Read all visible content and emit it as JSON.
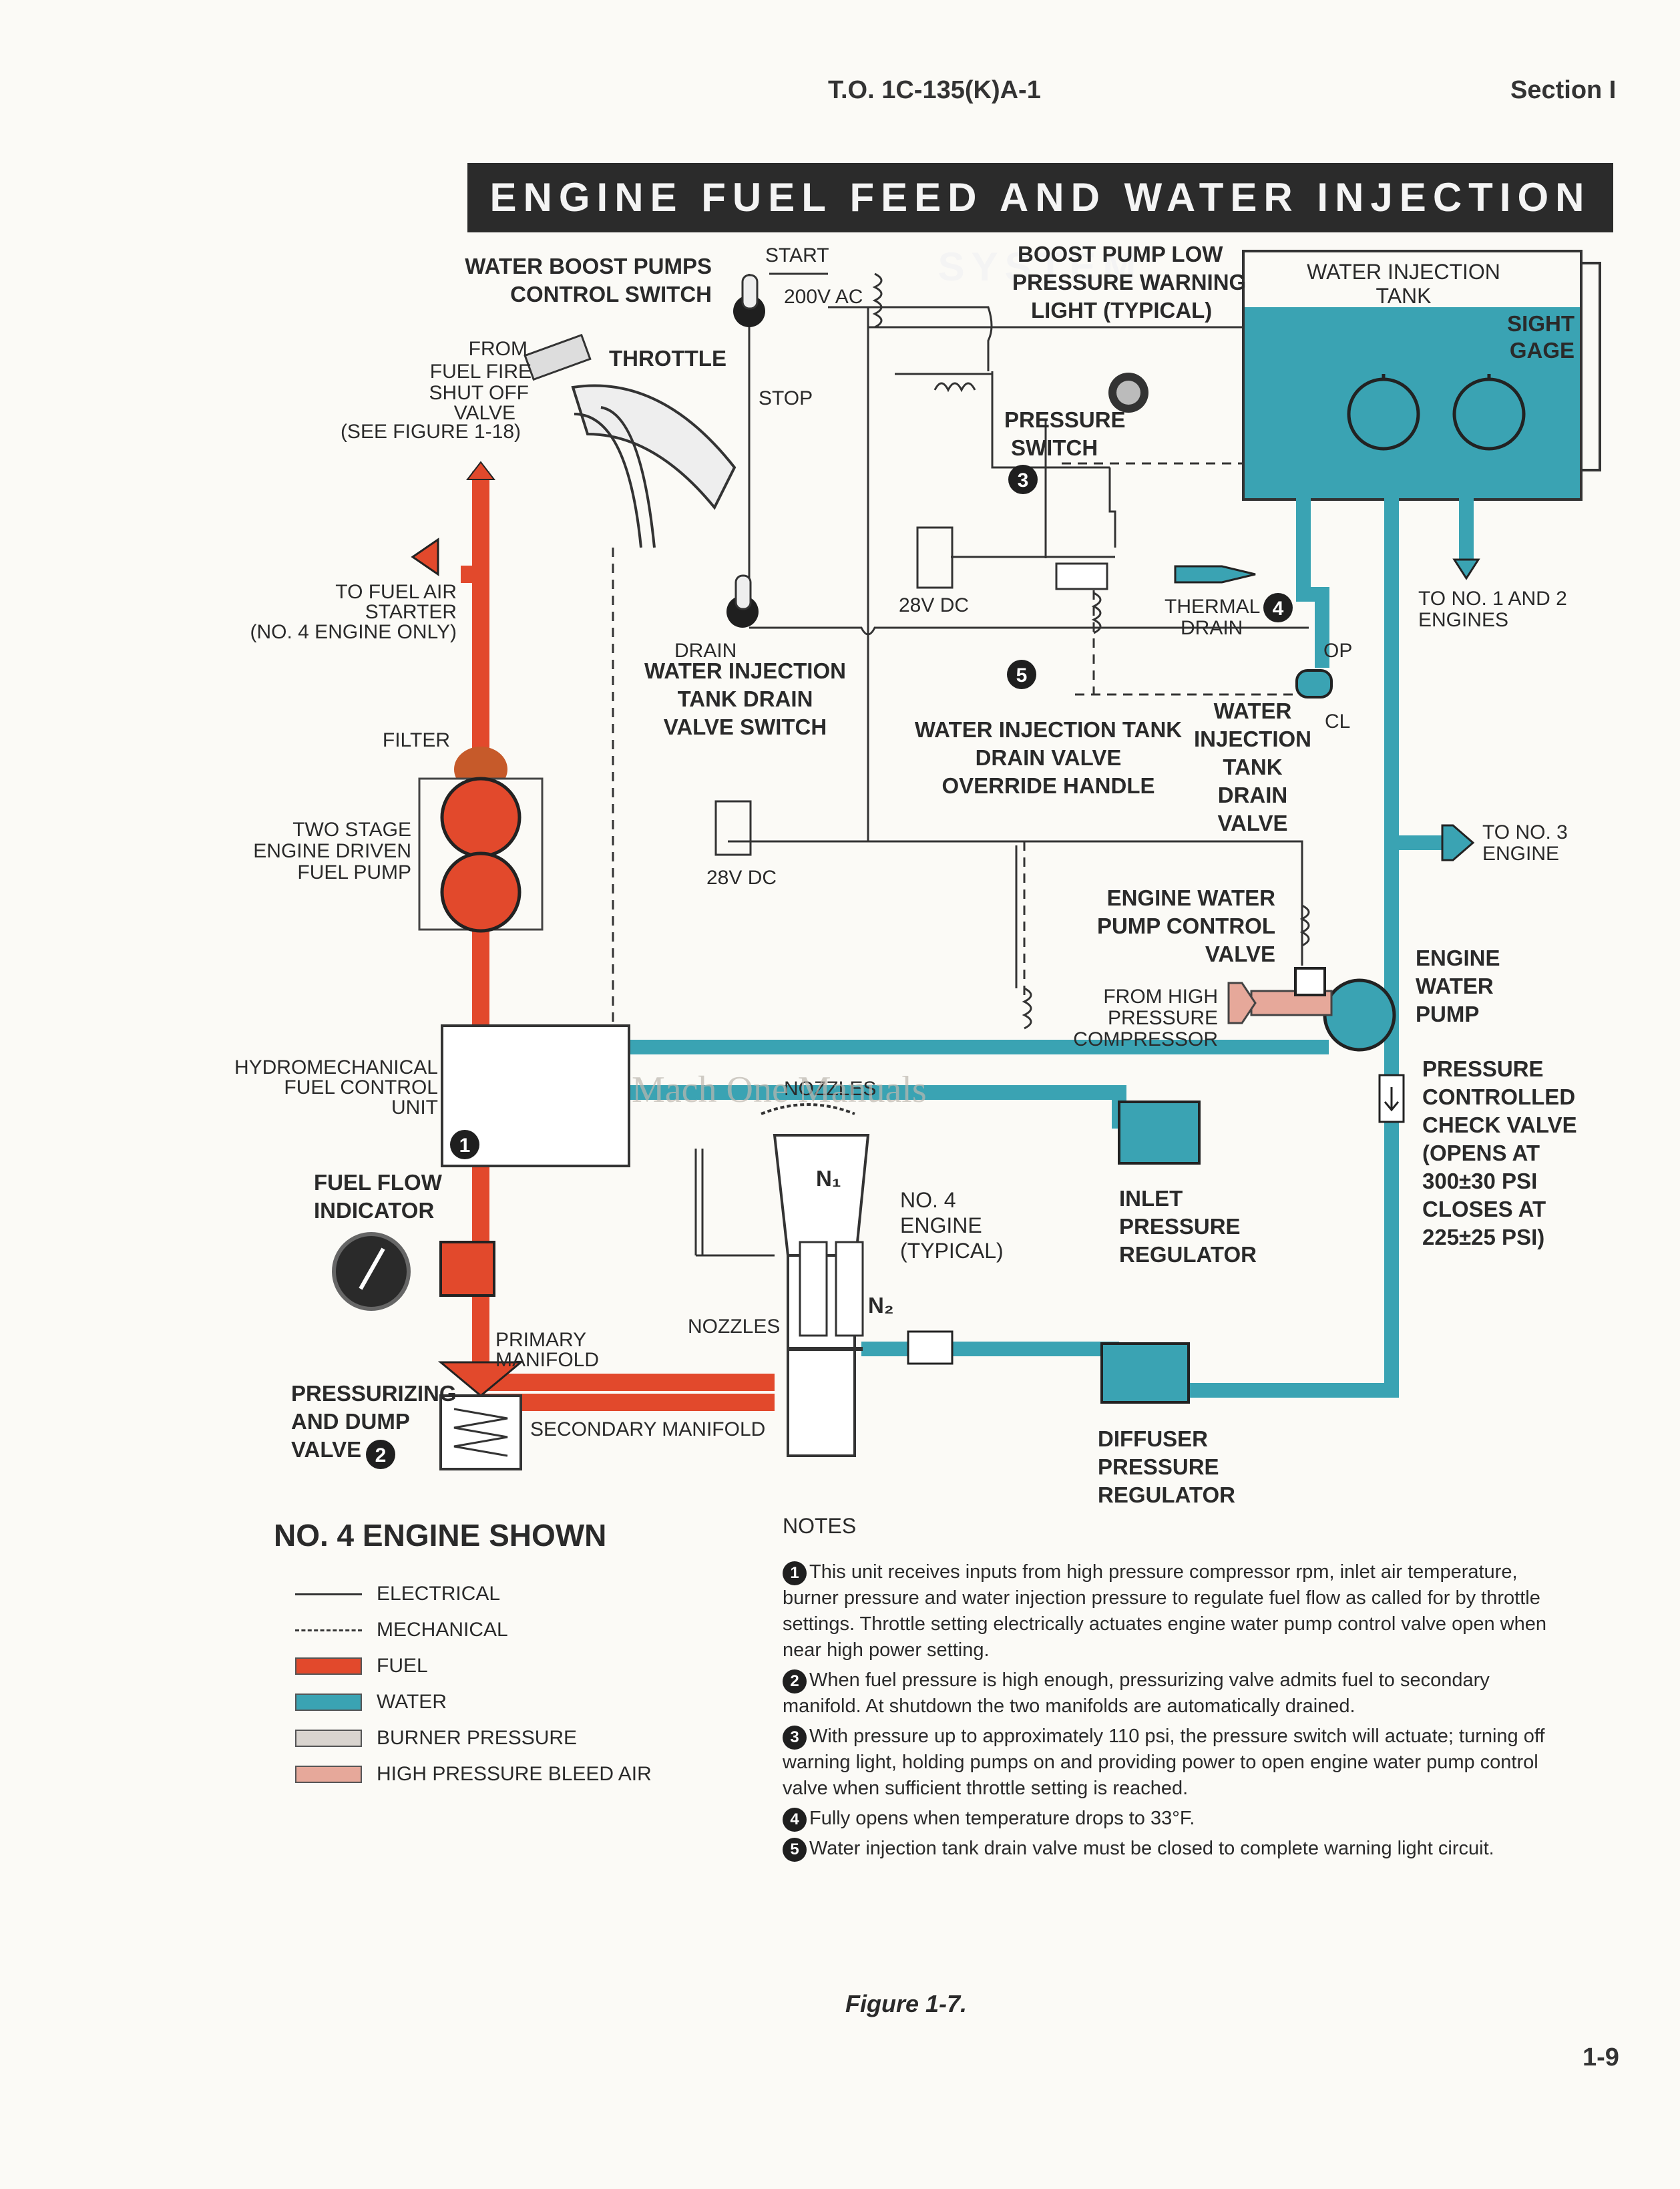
{
  "header": {
    "doc_id": "T.O. 1C-135(K)A-1",
    "section": "Section I",
    "page_number": "1-9"
  },
  "title": "ENGINE FUEL FEED AND WATER INJECTION SYSTEM",
  "colors": {
    "fuel": "#e2492c",
    "water": "#3aa3b3",
    "burner_pressure": "#d9d4cf",
    "bleed_air": "#e6a89a",
    "banner": "#2b2b2b"
  },
  "labels": {
    "water_boost_pumps_control_switch_1": "WATER BOOST PUMPS",
    "water_boost_pumps_control_switch_2": "CONTROL SWITCH",
    "start": "START",
    "stop": "STOP",
    "v200ac": "200V AC",
    "boost_low_1": "BOOST PUMP LOW",
    "boost_low_2": "PRESSURE WARNING",
    "boost_low_3": "LIGHT (TYPICAL)",
    "wit_tank_1": "WATER INJECTION",
    "wit_tank_2": "TANK",
    "sight_1": "SIGHT",
    "sight_2": "GAGE",
    "from_fuel_1": "FROM",
    "from_fuel_2": "FUEL FIRE",
    "from_fuel_3": "SHUT OFF",
    "from_fuel_4": "VALVE",
    "from_fuel_5": "(SEE FIGURE 1-18)",
    "throttle": "THROTTLE",
    "pressure_switch_1": "PRESSURE",
    "pressure_switch_2": "SWITCH",
    "to_fuel_air_1": "TO FUEL AIR",
    "to_fuel_air_2": "STARTER",
    "to_fuel_air_3": "(NO. 4 ENGINE ONLY)",
    "dc28_a": "28V DC",
    "dc28_b": "28V DC",
    "thermal_1": "THERMAL",
    "thermal_2": "DRAIN",
    "to_12_1": "TO NO. 1 AND 2",
    "to_12_2": "ENGINES",
    "drain": "DRAIN",
    "op": "OP",
    "cl": "CL",
    "witd_switch_1": "WATER INJECTION",
    "witd_switch_2": "TANK DRAIN",
    "witd_switch_3": "VALVE SWITCH",
    "override_1": "WATER INJECTION TANK",
    "override_2": "DRAIN VALVE",
    "override_3": "OVERRIDE HANDLE",
    "drain_valve_1": "WATER",
    "drain_valve_2": "INJECTION",
    "drain_valve_3": "TANK",
    "drain_valve_4": "DRAIN",
    "drain_valve_5": "VALVE",
    "filter": "FILTER",
    "two_stage_1": "TWO STAGE",
    "two_stage_2": "ENGINE DRIVEN",
    "two_stage_3": "FUEL PUMP",
    "to_3_1": "TO NO. 3",
    "to_3_2": "ENGINE",
    "ewpcv_1": "ENGINE WATER",
    "ewpcv_2": "PUMP CONTROL",
    "ewpcv_3": "VALVE",
    "ewp_1": "ENGINE",
    "ewp_2": "WATER",
    "ewp_3": "PUMP",
    "from_hp_1": "FROM HIGH",
    "from_hp_2": "PRESSURE",
    "from_hp_3": "COMPRESSOR",
    "hmfcu_1": "HYDROMECHANICAL",
    "hmfcu_2": "FUEL CONTROL",
    "hmfcu_3": "UNIT",
    "nozzles_top": "NOZZLES",
    "watermark": "Mach One Manuals",
    "pccv_1": "PRESSURE",
    "pccv_2": "CONTROLLED",
    "pccv_3": "CHECK VALVE",
    "pccv_4": "(OPENS AT",
    "pccv_5": "300±30 PSI",
    "pccv_6": "CLOSES AT",
    "pccv_7": "225±25 PSI)",
    "ffi_1": "FUEL FLOW",
    "ffi_2": "INDICATOR",
    "n1": "N₁",
    "n2": "N₂",
    "eng_1": "NO. 4",
    "eng_2": "ENGINE",
    "eng_3": "(TYPICAL)",
    "inlet_1": "INLET",
    "inlet_2": "PRESSURE",
    "inlet_3": "REGULATOR",
    "nozzles_bottom": "NOZZLES",
    "primary_1": "PRIMARY",
    "primary_2": "MANIFOLD",
    "pdv_1": "PRESSURIZING",
    "pdv_2": "AND DUMP",
    "pdv_3": "VALVE",
    "secondary": "SECONDARY MANIFOLD",
    "diffuser_1": "DIFFUSER",
    "diffuser_2": "PRESSURE",
    "diffuser_3": "REGULATOR",
    "c1": "1",
    "c2": "2",
    "c3": "3",
    "c4": "4",
    "c5": "5"
  },
  "legend": {
    "title": "NO. 4 ENGINE SHOWN",
    "items": [
      {
        "label": "ELECTRICAL",
        "style": "line-solid"
      },
      {
        "label": "MECHANICAL",
        "style": "line-dashed"
      },
      {
        "label": "FUEL",
        "style": "fuel"
      },
      {
        "label": "WATER",
        "style": "water"
      },
      {
        "label": "BURNER PRESSURE",
        "style": "burner"
      },
      {
        "label": "HIGH PRESSURE BLEED AIR",
        "style": "bleed"
      }
    ]
  },
  "notes": {
    "heading": "NOTES",
    "items": [
      {
        "num": "1",
        "text": "This unit receives inputs from high pressure compressor rpm, inlet air temperature, burner pressure and water injection pressure to regulate fuel flow as called for by throttle settings. Throttle setting electrically actuates engine water pump control valve open when near high power setting."
      },
      {
        "num": "2",
        "text": "When fuel pressure is high enough, pressurizing valve admits fuel to secondary manifold. At shutdown the two manifolds are automatically drained."
      },
      {
        "num": "3",
        "text": "With pressure up to approximately 110 psi, the pressure switch will actuate; turning off warning light, holding pumps on and providing power to open engine water pump control valve when sufficient throttle setting is reached."
      },
      {
        "num": "4",
        "text": "Fully opens when temperature drops to 33°F."
      },
      {
        "num": "5",
        "text": "Water injection tank drain valve must be closed to complete warning light circuit."
      }
    ]
  },
  "figure_caption": "Figure 1-7."
}
